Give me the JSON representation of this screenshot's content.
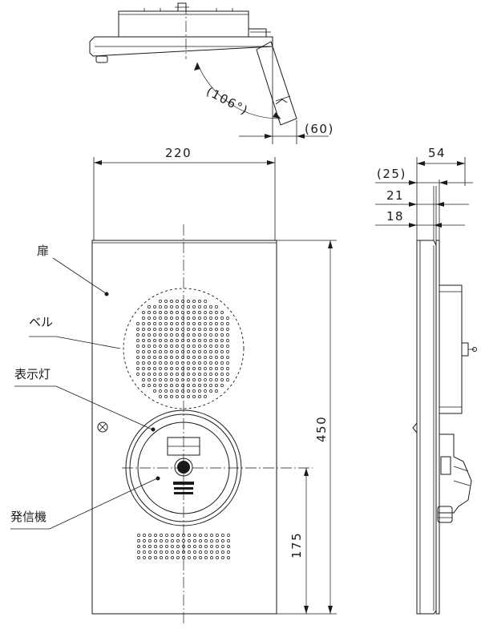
{
  "dimensions": {
    "width_220": "220",
    "height_450": "450",
    "button_height_175": "175",
    "depth_54": "54",
    "depth_25": "(25)",
    "depth_21": "21",
    "depth_18": "18",
    "open_angle": "(106°)",
    "swing_60": "(60)"
  },
  "labels": {
    "door": "扉",
    "bell": "ベル",
    "indicator_light": "表示灯",
    "transmitter": "発信機"
  }
}
